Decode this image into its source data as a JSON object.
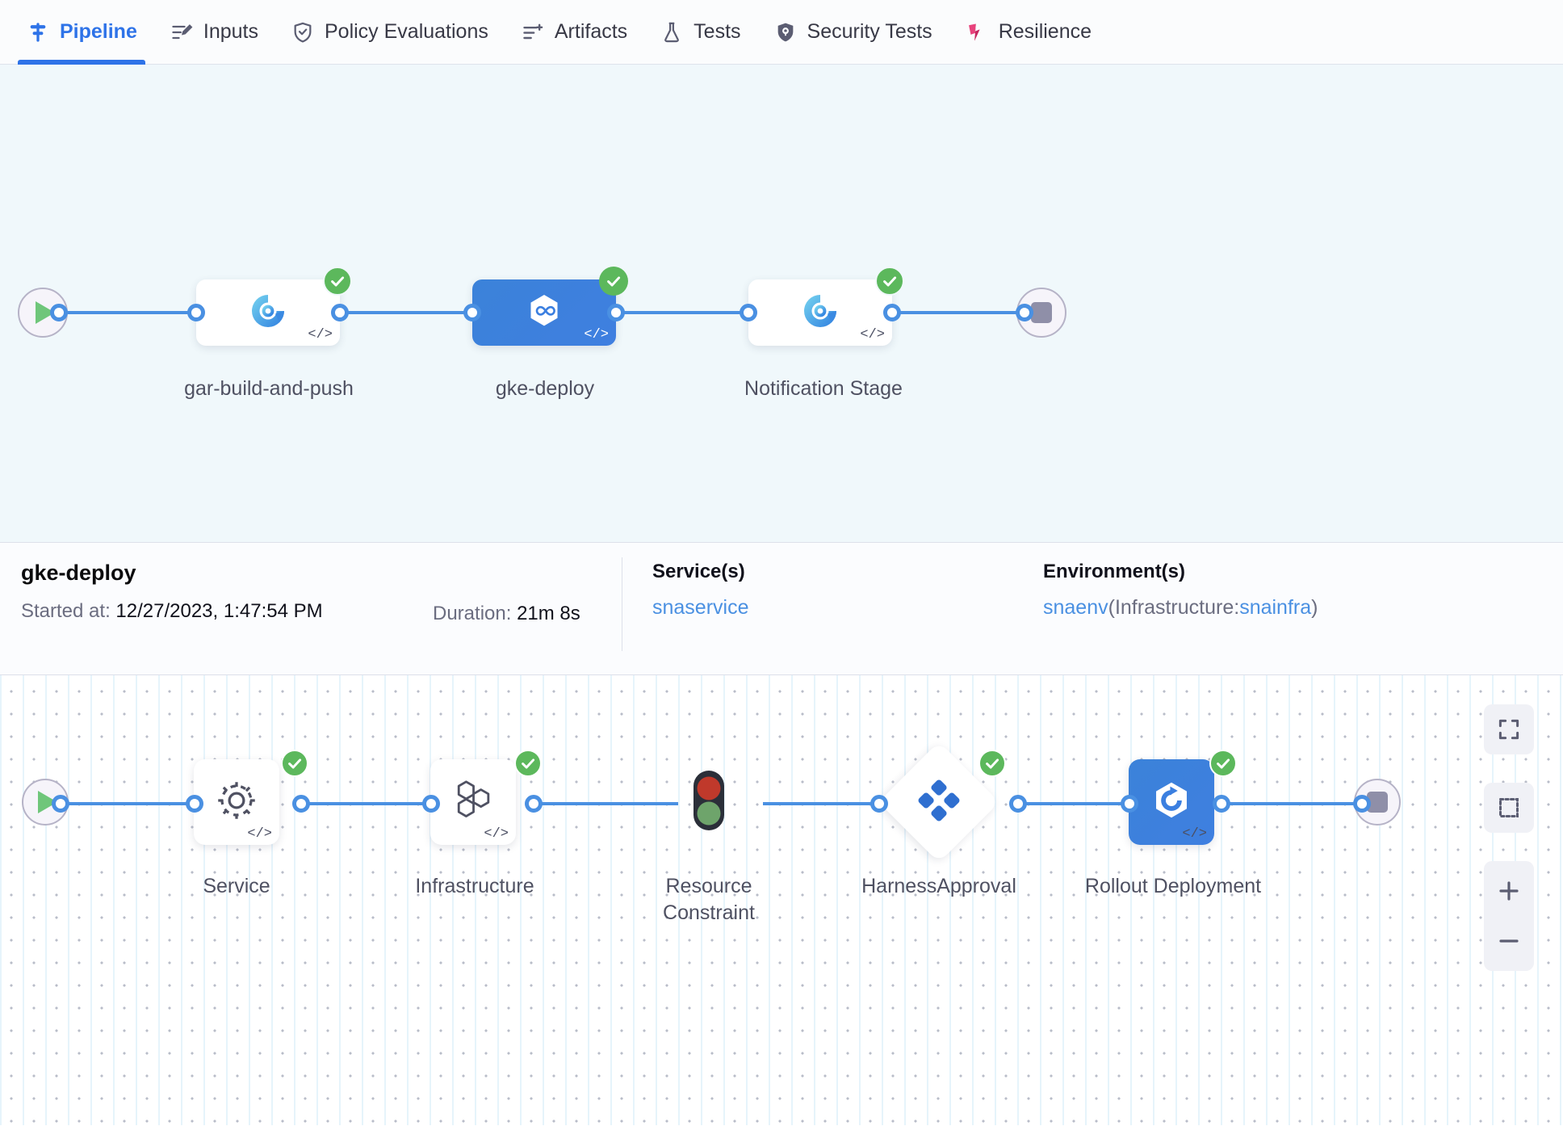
{
  "tabs": [
    {
      "label": "Pipeline",
      "icon": "pipeline-icon",
      "active": true
    },
    {
      "label": "Inputs",
      "icon": "inputs-icon",
      "active": false
    },
    {
      "label": "Policy Evaluations",
      "icon": "policy-shield-icon",
      "active": false
    },
    {
      "label": "Artifacts",
      "icon": "artifacts-icon",
      "active": false
    },
    {
      "label": "Tests",
      "icon": "flask-icon",
      "active": false
    },
    {
      "label": "Security Tests",
      "icon": "security-shield-icon",
      "active": false
    },
    {
      "label": "Resilience",
      "icon": "resilience-icon",
      "active": false
    }
  ],
  "stage_graph": {
    "start_icon": "play-icon",
    "end_icon": "stop-icon",
    "stages": [
      {
        "label": "gar-build-and-push",
        "type": "ci",
        "status": "success",
        "selected": false
      },
      {
        "label": "gke-deploy",
        "type": "cd",
        "status": "success",
        "selected": true
      },
      {
        "label": "Notification Stage",
        "type": "ci",
        "status": "success",
        "selected": false
      }
    ]
  },
  "details": {
    "title": "gke-deploy",
    "started_label": "Started at:",
    "started_value": "12/27/2023, 1:47:54 PM",
    "duration_label": "Duration:",
    "duration_value": "21m 8s",
    "services_header": "Service(s)",
    "service_name": "snaservice",
    "environments_header": "Environment(s)",
    "env_name": "snaenv",
    "env_infra_prefix": "(Infrastructure:",
    "env_infra_name": "snainfra",
    "env_infra_suffix": ")"
  },
  "exec_graph": {
    "start_icon": "play-icon",
    "end_icon": "stop-icon",
    "steps": [
      {
        "label": "Service",
        "icon": "gear-icon",
        "status": "success",
        "shape": "card",
        "selected": false
      },
      {
        "label": "Infrastructure",
        "icon": "hexagons-icon",
        "status": "success",
        "shape": "card",
        "selected": false
      },
      {
        "label": "Resource Constraint",
        "icon": "traffic-light-icon",
        "status": "none",
        "shape": "bare",
        "selected": false
      },
      {
        "label": "HarnessApproval",
        "icon": "approval-diamond-icon",
        "status": "success",
        "shape": "diamond",
        "selected": false
      },
      {
        "label": "Rollout Deployment",
        "icon": "k8s-rollout-icon",
        "status": "success",
        "shape": "card",
        "selected": true
      }
    ]
  },
  "zoom_controls": [
    {
      "name": "fit-to-screen-button",
      "icon": "expand-corners-icon"
    },
    {
      "name": "area-select-button",
      "icon": "dashed-square-icon"
    },
    {
      "name": "zoom-in-button",
      "icon": "plus-icon"
    },
    {
      "name": "zoom-out-button",
      "icon": "minus-icon"
    }
  ],
  "colors": {
    "accent": "#2e73e8",
    "edge": "#4a90e2",
    "success": "#5cb85c",
    "canvas_top": "#f0f8fb",
    "link": "#4a90e2"
  }
}
